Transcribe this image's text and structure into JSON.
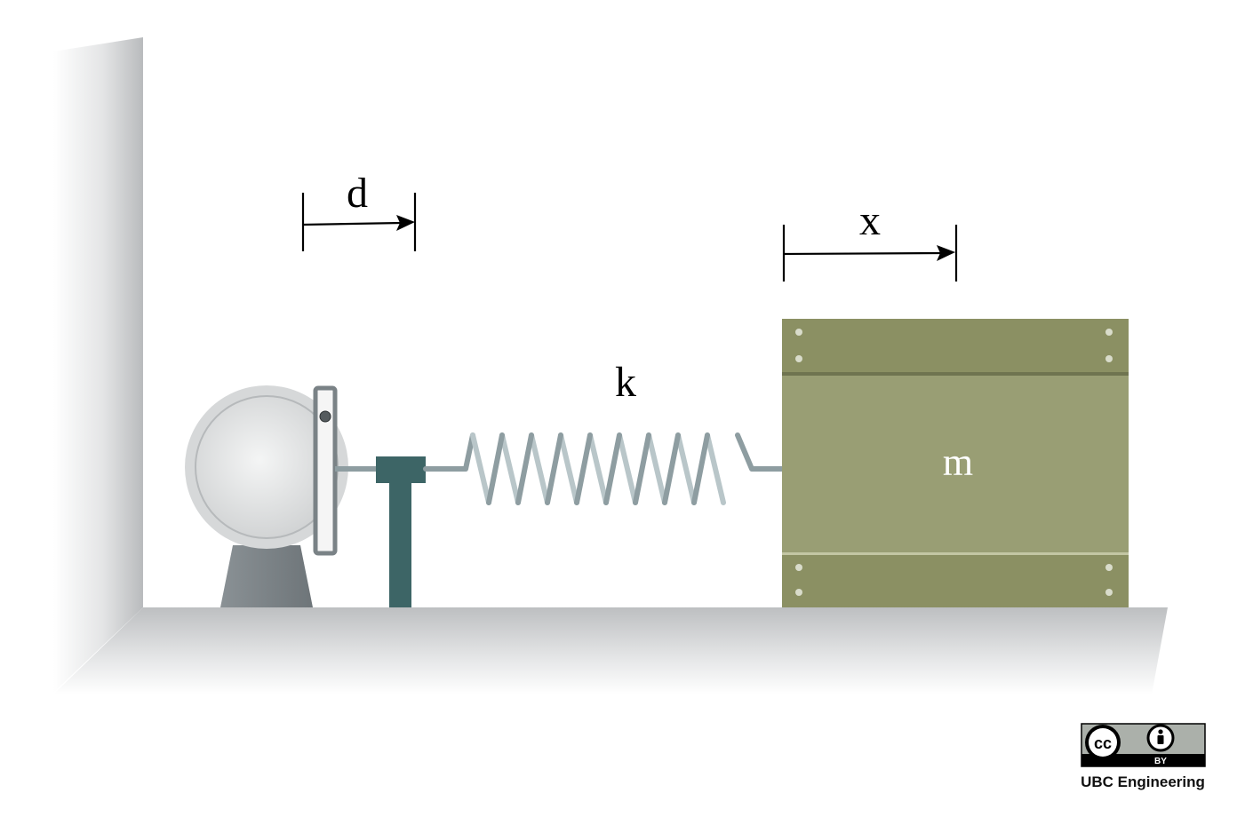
{
  "diagram": {
    "labels": {
      "displacement_input": "d",
      "displacement_mass": "x",
      "spring_constant": "k",
      "mass": "m"
    }
  },
  "license_badge": {
    "cc": "cc",
    "by": "BY",
    "credit": "UBC Engineering"
  },
  "colors": {
    "wall": "#c9cacb",
    "motor_body": "#d9dadb",
    "motor_base": "#7a8286",
    "slider": "#3d6566",
    "spring": "#8e9da1",
    "crate_light": "#999e74",
    "crate_dark": "#8b9063"
  }
}
